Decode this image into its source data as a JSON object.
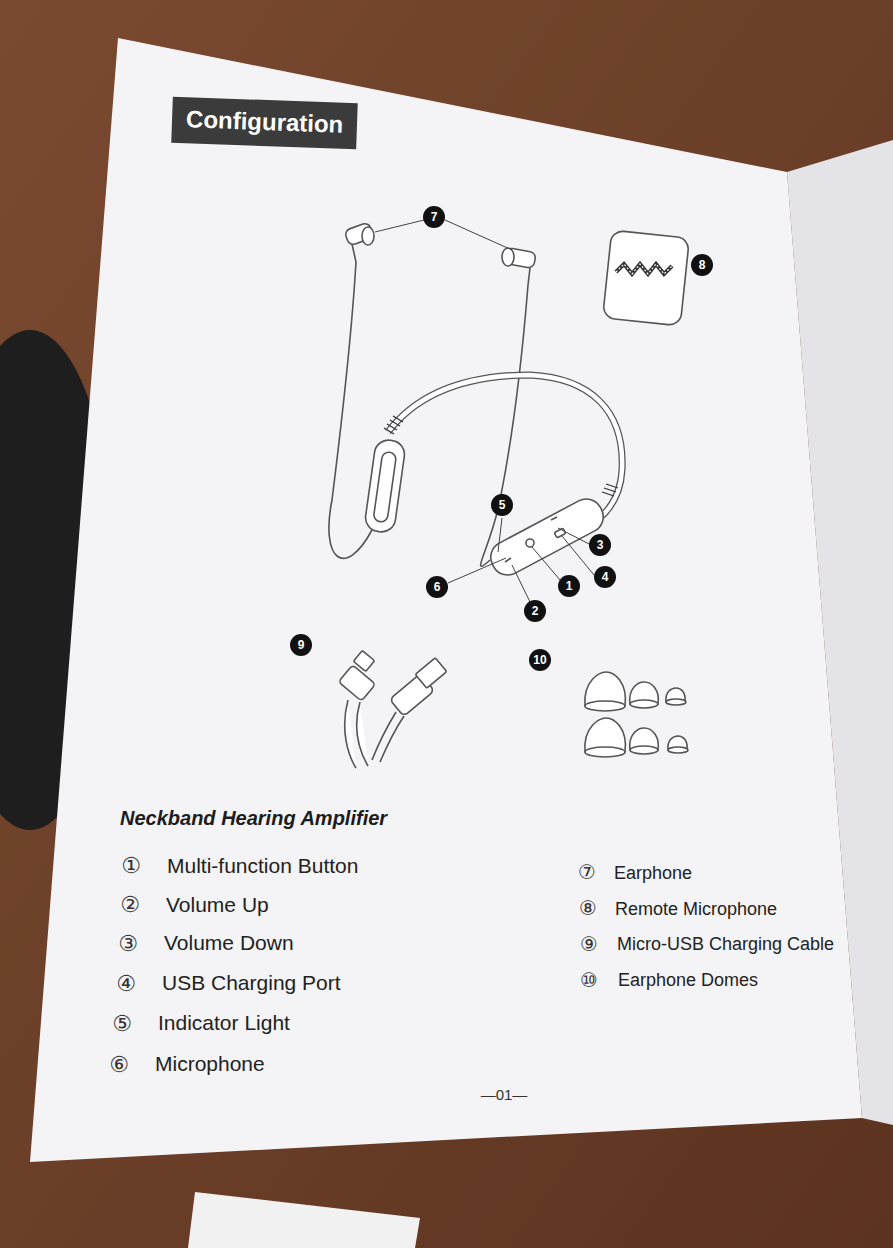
{
  "diagram": {
    "title": "Configuration",
    "labels": [
      "7",
      "8",
      "5",
      "3",
      "4",
      "1",
      "6",
      "2",
      "9",
      "10",
      "Neckband Hearing Amplifier",
      "①",
      "Multi-function Button",
      "②",
      "Volume Up",
      "③",
      "Volume Down",
      "④",
      "USB Charging Port",
      "⑤",
      "Indicator Light",
      "⑥",
      "Microphone",
      "⑦",
      "Earphone",
      "⑧",
      "Remote Microphone",
      "⑨",
      "Micro-USB Charging Cable",
      "⑩",
      "Earphone Domes",
      "—01—"
    ]
  }
}
